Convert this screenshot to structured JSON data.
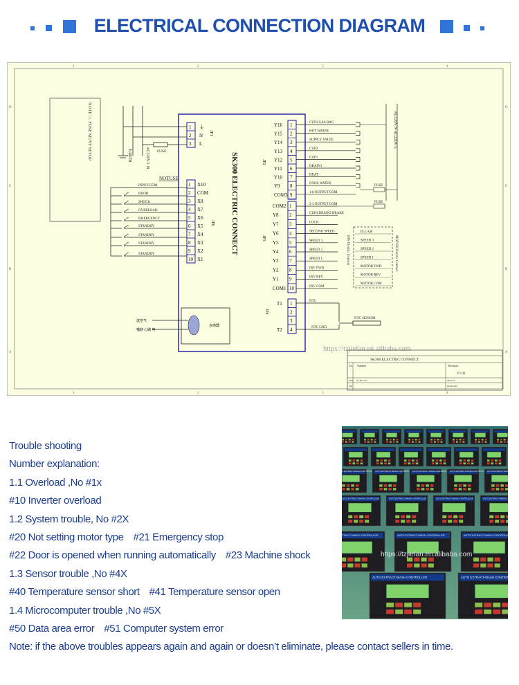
{
  "header": {
    "title": "ELECTRICAL CONNECTION DIAGRAM"
  },
  "diagram": {
    "note_box": "NOTE: 1. FUSE MUST SETUP",
    "earth": "EARTH",
    "ac_left": "AC220V L  N",
    "fuse": "FUSE",
    "jp1": "JP1",
    "jp1_pins": [
      "1",
      "2",
      "3"
    ],
    "jp1_labels": [
      "⏚",
      "N",
      "L"
    ],
    "controller_title": "SK300 ELECTRIC CONNECT",
    "notuse": "NOTUSE",
    "jp6": "JP6",
    "jp6_terms": [
      "X10",
      "COM",
      "X8",
      "X7",
      "X6",
      "X5",
      "X4",
      "X3",
      "X2",
      "X1"
    ],
    "jp6_pins": [
      "1",
      "2",
      "3",
      "4",
      "5",
      "6",
      "7",
      "8",
      "9",
      "10"
    ],
    "inputs": [
      "INPUT COM",
      "DOOR",
      "SHOCK",
      "OVERLOAD",
      "EMERGENCY",
      "STANDBY",
      "STANDBY",
      "STANDBY",
      "STANDBY"
    ],
    "jp2": "JP2",
    "jp2_terms": [
      "Y16",
      "Y15",
      "Y14",
      "Y13",
      "Y12",
      "Y11",
      "Y10",
      "Y9",
      "COM3"
    ],
    "jp2_pins": [
      "1",
      "2",
      "3",
      "4",
      "5",
      "6",
      "7",
      "8",
      "9"
    ],
    "jp2_outputs": [
      "CUP3 GAS BAG",
      "HOT WATER",
      "SUPPLY VALVE",
      "CUP2",
      "CUP1",
      "DRAIN1",
      "HEAT",
      "COOL WATER",
      "1-8 OUTPUT COM"
    ],
    "ac_right": "AC220V N  AC220V L",
    "jp3": "JP3",
    "jp3_terms": [
      "COM2",
      "Y8",
      "Y7",
      "Y6",
      "Y5",
      "Y4",
      "Y3",
      "Y2",
      "Y1",
      "COM1"
    ],
    "jp3_pins": [
      "1",
      "2",
      "3",
      "4",
      "5",
      "6",
      "7",
      "8",
      "9",
      "10"
    ],
    "jp3_outputs": [
      "2-3 OUTPUT COM",
      "CUP4 DRAIN2 BRAKE",
      "LOCK",
      "SECOND SPEED",
      "SPEED 3",
      "SPEED 2",
      "SPEED 1",
      "INV FWD",
      "INV REV",
      "INV COM"
    ],
    "inverter_label": "INV Electric Connect",
    "motor_label": "MOTOR Electric Connect",
    "motor_box": [
      "ELC-Q6",
      "SPEED 3",
      "SPEED 2",
      "SPEED 1",
      "MOTOR FWD",
      "MOTOR REV",
      "MOTOR COM"
    ],
    "jp4": "JP4",
    "jp4_terms": [
      "T1",
      "T2"
    ],
    "jp4_pins": [
      "1",
      "2",
      "3",
      "4"
    ],
    "ntc": "NTC",
    "ntc_gnd": "NTC GND",
    "ntc_sensor": "NTC SENSOR",
    "bottom_left_labels": [
      "送空气",
      "捕获 心跳 电"
    ],
    "board_label": "合感器",
    "watermark": "https://tzjiefan.en.alibaba.com",
    "titleblock": {
      "name": "SK300 ELECTRIC CONNECT",
      "rev_label": "Revision",
      "rev": "V1.03",
      "size": "A4",
      "number": "Number",
      "date_label": "Date",
      "file_label": "File",
      "date": "31-Dec-20..",
      "sheet": "Sheet   of",
      "drawn": "Drawn By:"
    },
    "ruler_numbers": [
      "1",
      "2",
      "3",
      "4"
    ],
    "ruler_letters": [
      "D",
      "C",
      "B",
      "A"
    ]
  },
  "trouble": {
    "lines": [
      [
        "Trouble shooting"
      ],
      [
        "Number explanation:"
      ],
      [
        "1.1 Overload ,No #1x"
      ],
      [
        "#10 Inverter overload"
      ],
      [
        "1.2 System trouble, No #2X"
      ],
      [
        "#20 Not setting motor type",
        "#21 Emergency stop"
      ],
      [
        "#22 Door is opened when running automatically",
        "#23 Machine shock"
      ],
      [
        "1.3 Sensor trouble ,No #4X"
      ],
      [
        "#40 Temperature sensor short",
        "#41 Temperature sensor open"
      ],
      [
        "1.4 Microcomputer trouble ,No #5X"
      ],
      [
        "#50 Data area error",
        "#51 Computer system error"
      ],
      [
        "Note: if the above troubles appears again and again or doesn’t eliminate, please contact sellers in time."
      ]
    ]
  },
  "photo": {
    "device_label": "AUTO EXTRACT-WASH CONTROLLER",
    "watermark": "https://tzjiefan.en.alibaba.com"
  }
}
